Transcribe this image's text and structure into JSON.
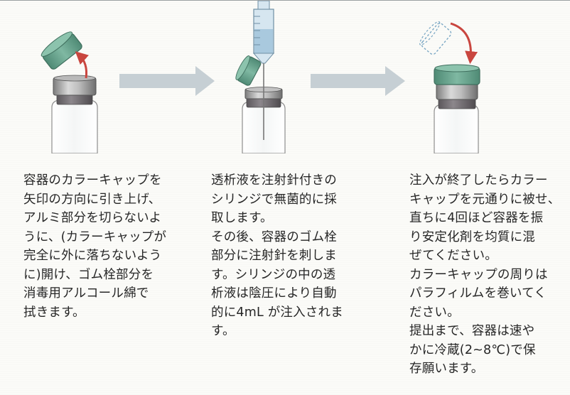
{
  "steps": [
    {
      "text": "容器のカラーキャップを\n矢印の方向に引き上げ、\nアルミ部分を切らないよ\nうに、(カラーキャップが\n完全に外に落ちないよう\nに)開け、ゴム栓部分を\n消毒用アルコール綿で\n拭きます。"
    },
    {
      "text": "透析液を注射針付きの\nシリンジで無菌的に採\n取します。\nその後、容器のゴム栓\n部分に注射針を刺しま\nす。シリンジの中の透\n析液は陰圧により自動\n的に4mL が注入されま\nす。"
    },
    {
      "text": "注入が終了したらカラー\nキャップを元通りに被せ、\n直ちに4回ほど容器を振\nり安定化剤を均質に混\nぜてください。\nカラーキャップの周りは\nパラフィルムを巻いてく\nださい。\n提出まで、容器は速や\nかに冷蔵(2~8℃)で保\n存願います。"
    }
  ],
  "colors": {
    "cap_green": "#6aa58f",
    "cap_stroke": "#3f6f5e",
    "arrow_red": "#c9463f",
    "flow_arrow": "#c4cdd2",
    "metal": "#9a9a9a",
    "rubber": "#6e6a6e",
    "syringe": "#a9c9de"
  },
  "icons": [
    "vial-open-cap",
    "flow-arrow",
    "vial-syringe",
    "flow-arrow",
    "vial-cap-replaced"
  ]
}
